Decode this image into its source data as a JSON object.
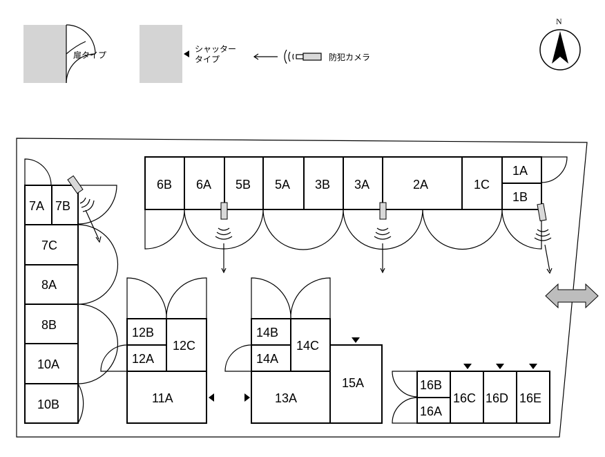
{
  "legend": {
    "door_type": "扉タイプ",
    "shutter_type_line1": "シャッター",
    "shutter_type_line2": "タイプ",
    "camera": "防犯カメラ"
  },
  "compass": {
    "north": "N"
  },
  "units": {
    "u6B": "6B",
    "u6A": "6A",
    "u5B": "5B",
    "u5A": "5A",
    "u3B": "3B",
    "u3A": "3A",
    "u2A": "2A",
    "u1C": "1C",
    "u1A": "1A",
    "u1B": "1B",
    "u7A": "7A",
    "u7B": "7B",
    "u7C": "7C",
    "u8A": "8A",
    "u8B": "8B",
    "u10A": "10A",
    "u10B": "10B",
    "u12B": "12B",
    "u12A": "12A",
    "u12C": "12C",
    "u11A": "11A",
    "u14B": "14B",
    "u14A": "14A",
    "u14C": "14C",
    "u13A": "13A",
    "u15A": "15A",
    "u16B": "16B",
    "u16A": "16A",
    "u16C": "16C",
    "u16D": "16D",
    "u16E": "16E"
  },
  "colors": {
    "legend_fill": "#d4d4d4",
    "arrow_fill": "#bdbdbd"
  }
}
